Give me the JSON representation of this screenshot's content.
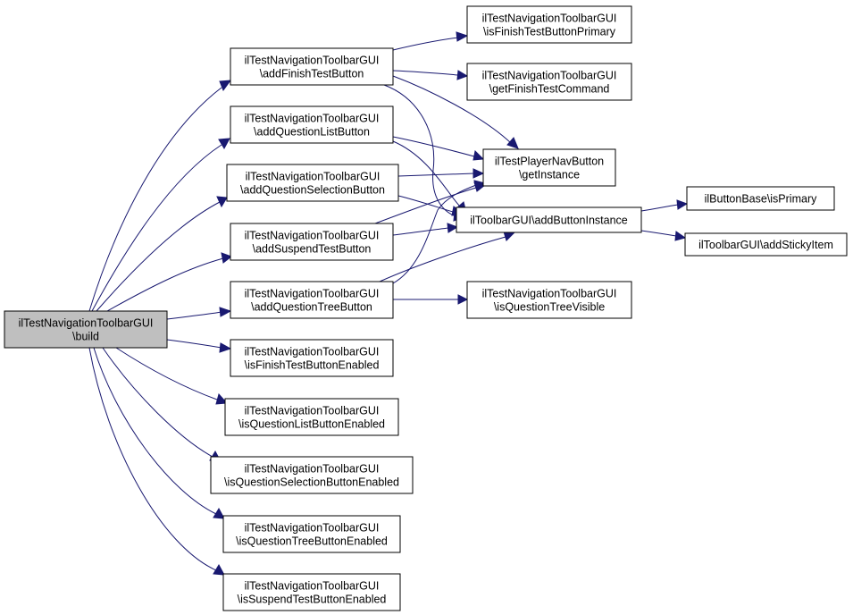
{
  "nodes": {
    "build": [
      "ilTestNavigationToolbarGUI",
      "\\build"
    ],
    "addFinishTestButton": [
      "ilTestNavigationToolbarGUI",
      "\\addFinishTestButton"
    ],
    "addQuestionListButton": [
      "ilTestNavigationToolbarGUI",
      "\\addQuestionListButton"
    ],
    "addQuestionSelectionButton": [
      "ilTestNavigationToolbarGUI",
      "\\addQuestionSelectionButton"
    ],
    "addSuspendTestButton": [
      "ilTestNavigationToolbarGUI",
      "\\addSuspendTestButton"
    ],
    "addQuestionTreeButton": [
      "ilTestNavigationToolbarGUI",
      "\\addQuestionTreeButton"
    ],
    "isFinishTestButtonEnabled": [
      "ilTestNavigationToolbarGUI",
      "\\isFinishTestButtonEnabled"
    ],
    "isQuestionListButtonEnabled": [
      "ilTestNavigationToolbarGUI",
      "\\isQuestionListButtonEnabled"
    ],
    "isQuestionSelectionButtonEnabled": [
      "ilTestNavigationToolbarGUI",
      "\\isQuestionSelectionButtonEnabled"
    ],
    "isQuestionTreeButtonEnabled": [
      "ilTestNavigationToolbarGUI",
      "\\isQuestionTreeButtonEnabled"
    ],
    "isSuspendTestButtonEnabled": [
      "ilTestNavigationToolbarGUI",
      "\\isSuspendTestButtonEnabled"
    ],
    "isFinishTestButtonPrimary": [
      "ilTestNavigationToolbarGUI",
      "\\isFinishTestButtonPrimary"
    ],
    "getFinishTestCommand": [
      "ilTestNavigationToolbarGUI",
      "\\getFinishTestCommand"
    ],
    "getInstance": [
      "ilTestPlayerNavButton",
      "\\getInstance"
    ],
    "addButtonInstance": [
      "ilToolbarGUI\\addButtonInstance"
    ],
    "isQuestionTreeVisible": [
      "ilTestNavigationToolbarGUI",
      "\\isQuestionTreeVisible"
    ],
    "isPrimary": [
      "ilButtonBase\\isPrimary"
    ],
    "addStickyItem": [
      "ilToolbarGUI\\addStickyItem"
    ]
  },
  "colors": {
    "edge": "#191970",
    "root_fill": "#bfbfbf",
    "node_fill": "#ffffff",
    "border": "#000000"
  }
}
